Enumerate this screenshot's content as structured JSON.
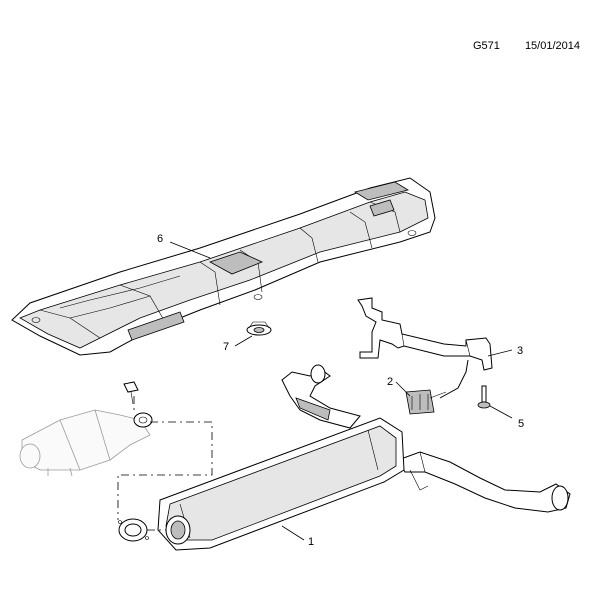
{
  "header": {
    "code": "G571",
    "date": "15/01/2014"
  },
  "callouts": [
    {
      "id": "c1",
      "label": "1"
    },
    {
      "id": "c2",
      "label": "2"
    },
    {
      "id": "c3",
      "label": "3"
    },
    {
      "id": "c5",
      "label": "5"
    },
    {
      "id": "c6",
      "label": "6"
    },
    {
      "id": "c7",
      "label": "7"
    }
  ]
}
